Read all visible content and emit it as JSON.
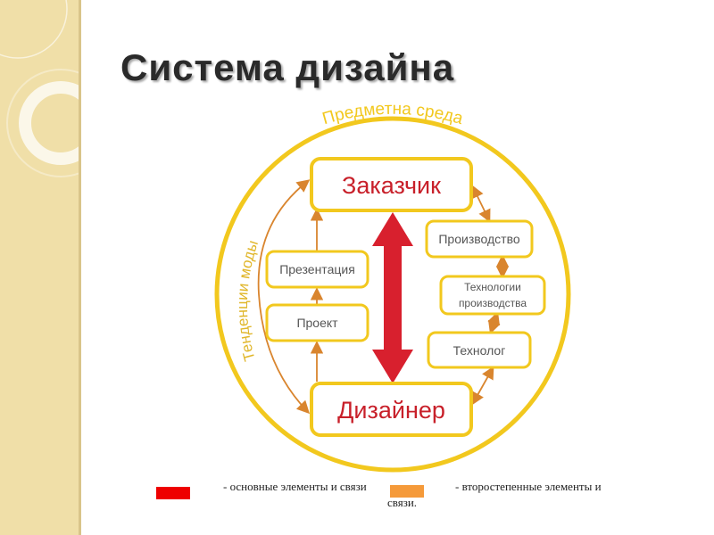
{
  "title": "Система дизайна",
  "diagram": {
    "outer_label": "Предметна среда",
    "side_label": "Тенденции моды",
    "nodes": {
      "customer": "Заказчик",
      "designer": "Дизайнер",
      "presentation": "Презентация",
      "project": "Проект",
      "production": "Производство",
      "tech_production_line1": "Технологии",
      "tech_production_line2": "производства",
      "technologist": "Технолог"
    },
    "colors": {
      "ring": "#f2c81e",
      "primary_text": "#c8202a",
      "secondary_text": "#555555",
      "main_arrow": "#d8202e",
      "minor_arrow": "#d9852e"
    }
  },
  "legend": {
    "main_label": "- основные элементы и связи",
    "secondary_label_line1": "- второстепенные элементы и",
    "secondary_label_line2": "связи.",
    "main_color": "#ee0000",
    "secondary_color": "#f59a3a"
  }
}
